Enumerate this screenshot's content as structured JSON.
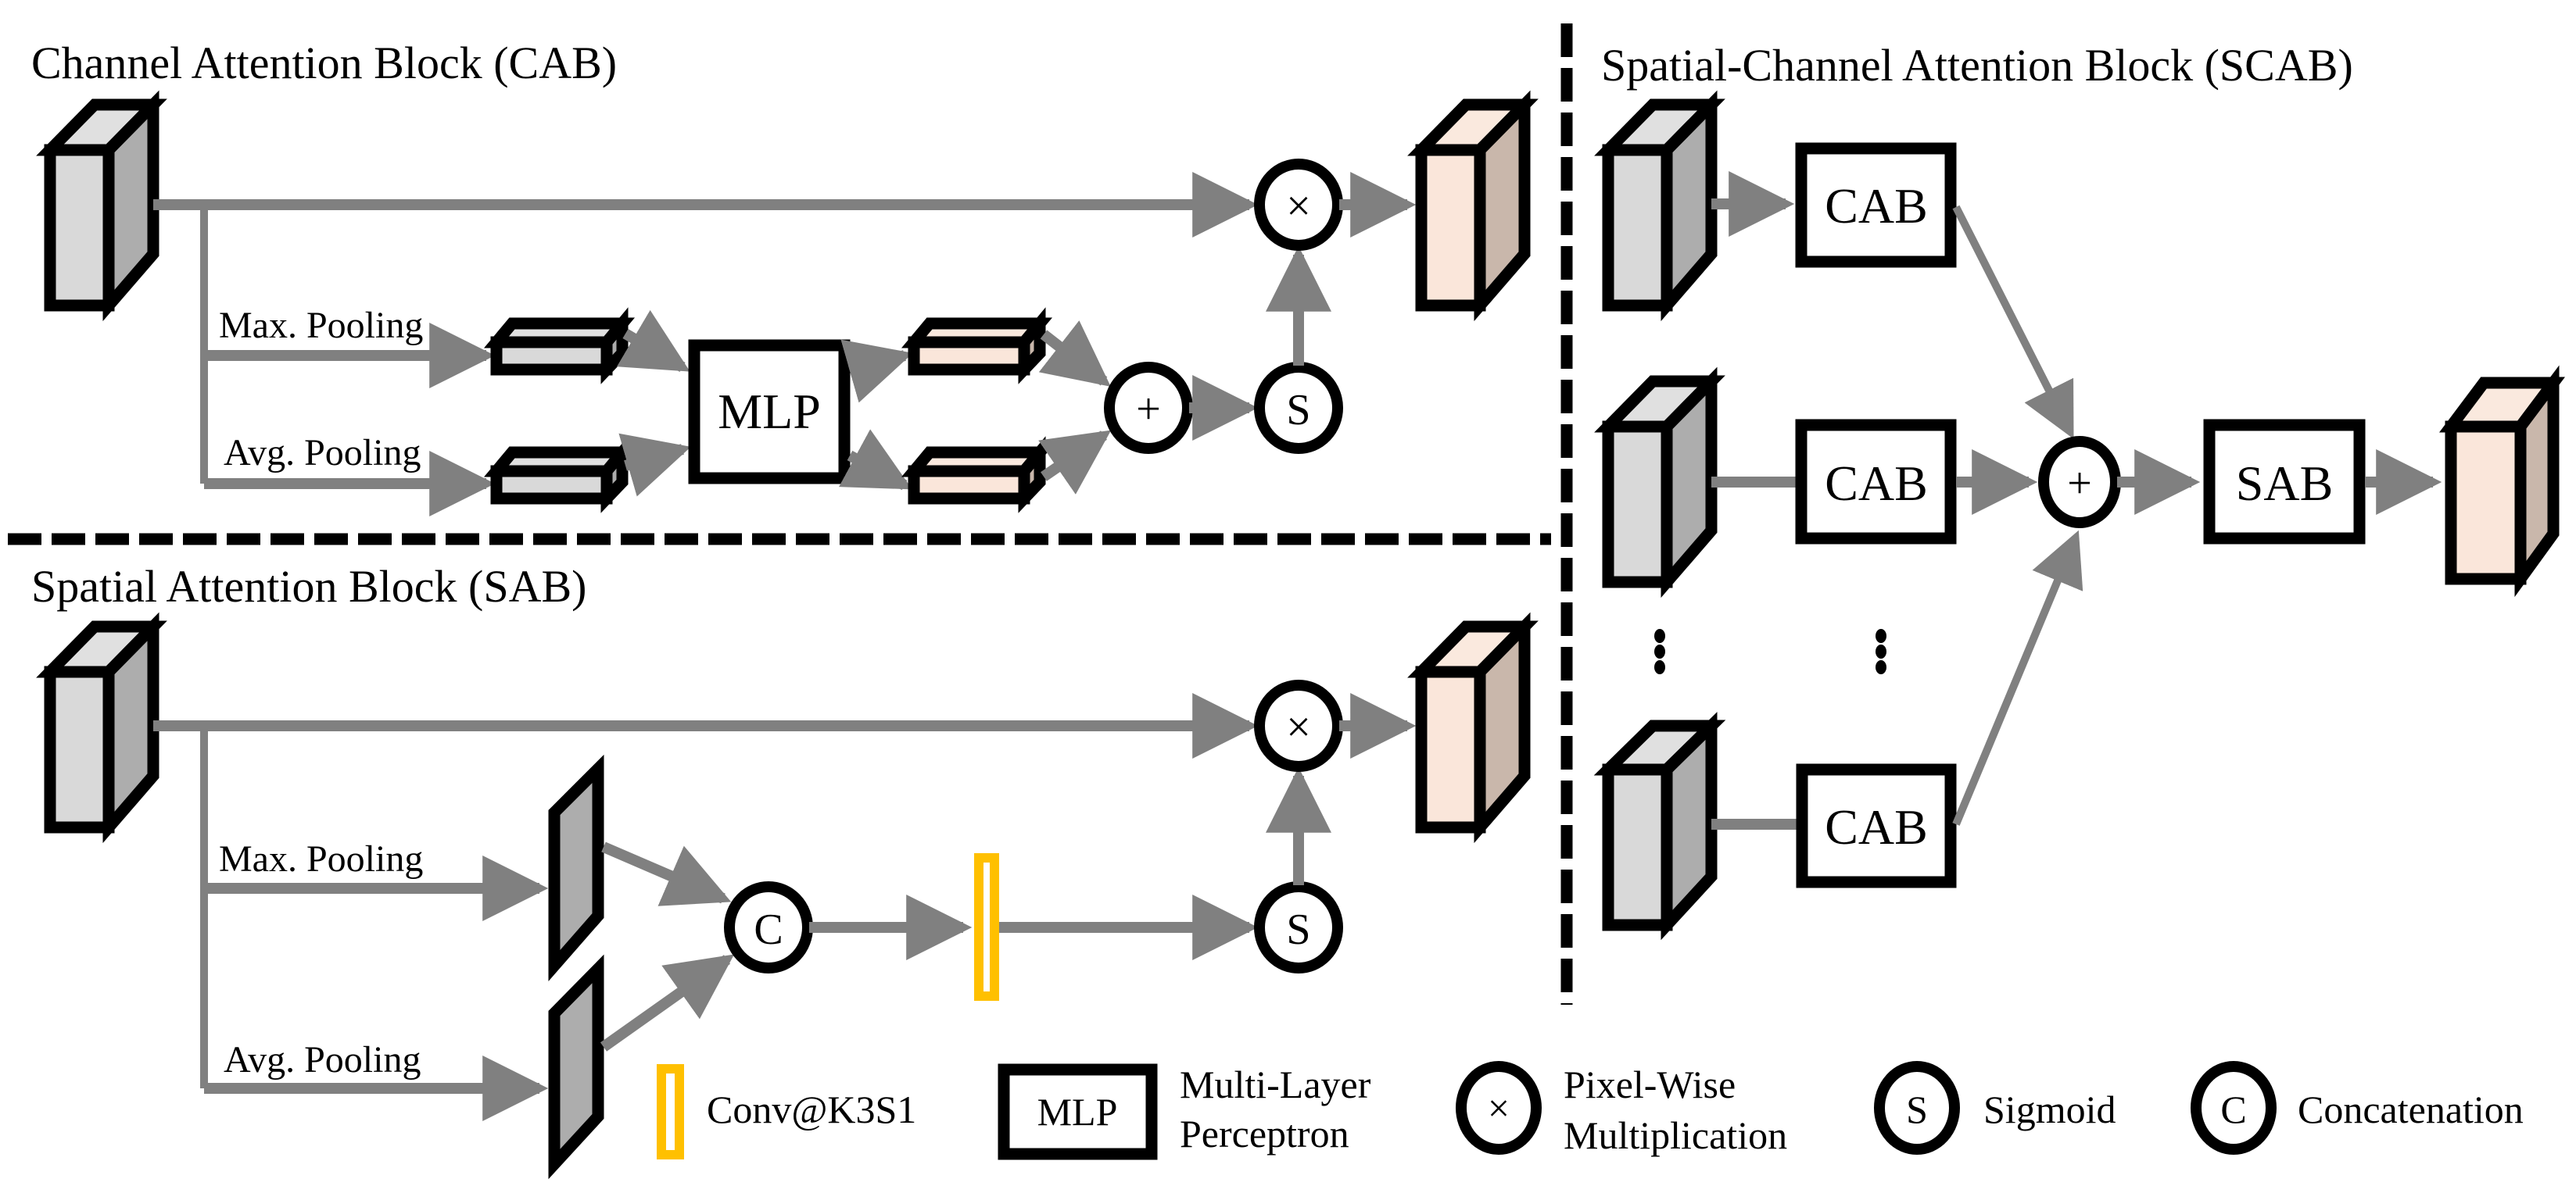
{
  "sections": {
    "cab_title": "Channel Attention Block (CAB)",
    "sab_title": "Spatial Attention Block (SAB)",
    "scab_title": "Spatial-Channel Attention Block (SCAB)"
  },
  "labels": {
    "max_pooling": "Max. Pooling",
    "avg_pooling": "Avg. Pooling",
    "mlp": "MLP",
    "cab": "CAB",
    "sab": "SAB",
    "dots": "⋮"
  },
  "operators": {
    "multiply": "×",
    "add": "+",
    "sigmoid": "S",
    "concat": "C"
  },
  "legend": {
    "conv_label": "Conv@K3S1",
    "mlp_box": "MLP",
    "mlp_line1": "Multi-Layer",
    "mlp_line2": "Perceptron",
    "mult_symbol": "×",
    "mult_line1": "Pixel-Wise",
    "mult_line2": "Multiplication",
    "sigmoid_symbol": "S",
    "sigmoid_label": "Sigmoid",
    "concat_symbol": "C",
    "concat_label": "Concatenation"
  },
  "colors": {
    "input_front": "#d9d9d9",
    "input_top": "#e0e0e0",
    "input_side": "#adadad",
    "output_front": "#fae6da",
    "output_top": "#fae9de",
    "output_side": "#c9b7ab",
    "arrow": "#808080",
    "conv": "#ffc000"
  }
}
